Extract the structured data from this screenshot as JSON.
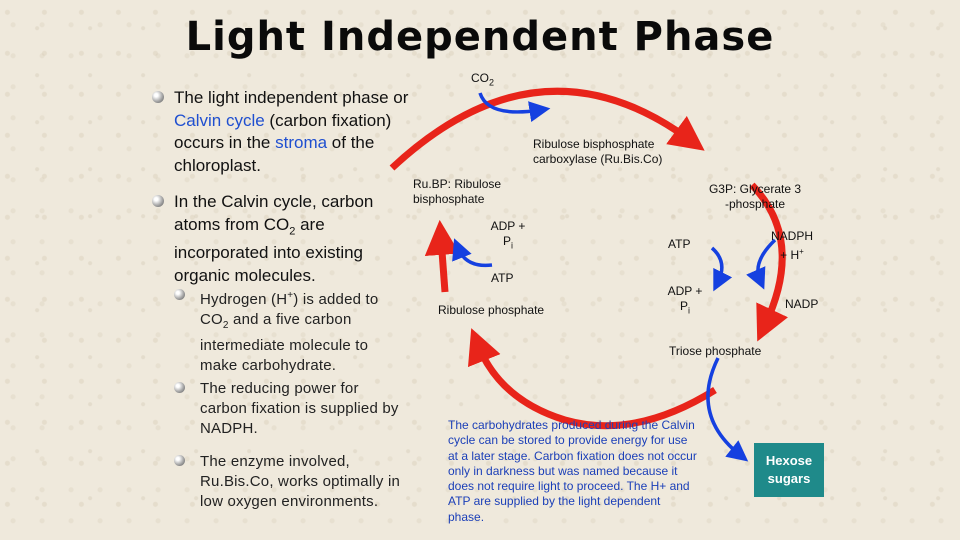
{
  "title": "Light Independent Phase",
  "bullets": [
    {
      "pre": "The light independent phase or ",
      "hl1": "Calvin cycle",
      "mid": " (carbon fixation) occurs in the ",
      "hl2": "stroma",
      "post": " of the chloroplast."
    },
    {
      "a": "In the Calvin cycle, carbon atoms from CO",
      "sub": "2",
      "b": " are incorporated into existing organic molecules."
    }
  ],
  "subbullets": [
    {
      "a": "Hydrogen (H",
      "sup": "+",
      "b": ") is added to CO",
      "sub": "2",
      "c": " and a five carbon intermediate molecule to make carbohydrate."
    },
    {
      "text": "The reducing power for carbon fixation is supplied by NADPH."
    },
    {
      "text": "The enzyme involved, Ru.Bis.Co, works optimally in low oxygen environments."
    }
  ],
  "diagram": {
    "co2": {
      "base": "CO",
      "sub": "2"
    },
    "rubisco": {
      "line1": "Ribulose bisphosphate",
      "line2": "carboxylase (Ru.Bis.Co)"
    },
    "rubp": {
      "line1": "Ru.BP: Ribulose",
      "line2": "bisphosphate"
    },
    "g3p": {
      "line1": "G3P: Glycerate 3",
      "line2": "-phosphate"
    },
    "adp_pi_left": {
      "line1": "ADP +",
      "line2": "P",
      "sub": "i"
    },
    "atp_left": "ATP",
    "atp_right": "ATP",
    "nadph": {
      "line1": "NADPH",
      "line2": "+ H",
      "sup": "+"
    },
    "adp_pi_right": {
      "line1": "ADP +",
      "line2": "P",
      "sub": "i"
    },
    "nadp": "NADP",
    "ribulose_phosphate": "Ribulose phosphate",
    "triose_phosphate": "Triose phosphate",
    "note": "The carbohydrates produced during the Calvin cycle can be stored to provide energy for use at a later stage. Carbon fixation does not occur only in darkness but was named because it does not require light to proceed. The H+ and ATP are supplied by the light dependent phase.",
    "hexose": "Hexose sugars"
  },
  "colors": {
    "cycle_arrow": "#e8241a",
    "input_arrow": "#1540e0",
    "highlight_text": "#1f4fd0",
    "hexose_box": "#1f8a8a"
  }
}
